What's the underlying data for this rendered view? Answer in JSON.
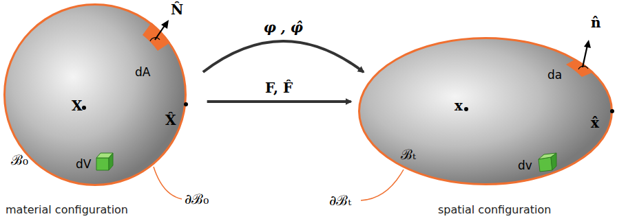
{
  "diagram": {
    "nodes": [
      {
        "text": [
          "N̂",
          "dA",
          "X̂",
          "X",
          "ℬ₀",
          "dV",
          "∂ℬ₀",
          "material configuration"
        ]
      },
      {
        "text": [
          "n̂",
          "da",
          "x̂",
          "x",
          "ℬₜ",
          "dv",
          "∂ℬₜ",
          "spatial configuration"
        ]
      }
    ],
    "edges": [
      {
        "from": 0,
        "to": 1,
        "arrow": "to",
        "label": "φ , φ̂"
      },
      {
        "from": 0,
        "to": 1,
        "arrow": "to",
        "label": "F, F̂"
      }
    ]
  }
}
